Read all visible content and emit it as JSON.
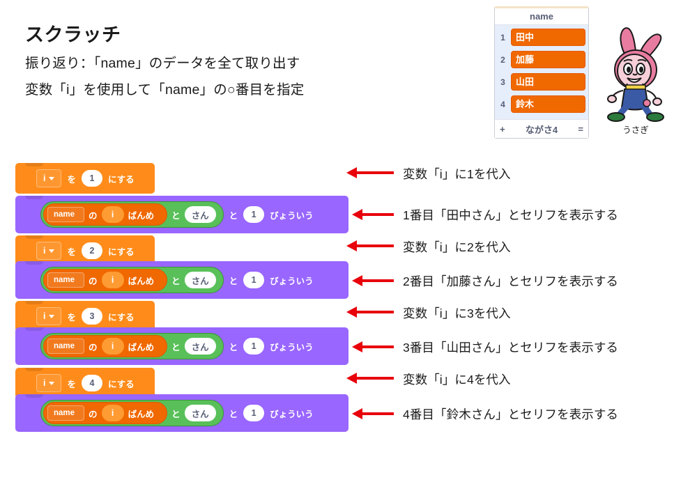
{
  "page": {
    "title": "スクラッチ",
    "subtitle_1": "振り返り：「name」のデータを全て取り出す",
    "subtitle_2": "変数「i」を使用して「name」の○番目を指定",
    "background_color": "#ffffff"
  },
  "list_monitor": {
    "name": "name",
    "rows": [
      {
        "index": "1",
        "value": "田中"
      },
      {
        "index": "2",
        "value": "加藤"
      },
      {
        "index": "3",
        "value": "山田"
      },
      {
        "index": "4",
        "value": "鈴木"
      }
    ],
    "footer": {
      "add_label": "+",
      "length_label": "ながさ4",
      "resize_label": "="
    },
    "colors": {
      "row_fill": "#f06800",
      "body_fill": "#e6eefc",
      "header_text": "#575e75"
    }
  },
  "sprite": {
    "label": "うさぎ",
    "icon": "rabbit-character"
  },
  "blocks": [
    {
      "kind": "set-variable",
      "variable": "i",
      "label_to": "を",
      "value": "1",
      "label_set": "にする",
      "color": "#ff8c1a"
    },
    {
      "kind": "say-for-seconds",
      "color": "#9966ff",
      "join": {
        "color": "#59c059",
        "label_and_1": "と",
        "label_and_2": "と",
        "item_of": {
          "color": "#f06800",
          "list_name": "name",
          "label_of": "の",
          "index_variable": "i",
          "label_nth": "ばんめ"
        },
        "suffix_text": "さん"
      },
      "seconds": "1",
      "label_say": "びょういう"
    },
    {
      "kind": "set-variable",
      "variable": "i",
      "label_to": "を",
      "value": "2",
      "label_set": "にする",
      "color": "#ff8c1a"
    },
    {
      "kind": "say-for-seconds",
      "color": "#9966ff",
      "join": {
        "color": "#59c059",
        "label_and_1": "と",
        "label_and_2": "と",
        "item_of": {
          "color": "#f06800",
          "list_name": "name",
          "label_of": "の",
          "index_variable": "i",
          "label_nth": "ばんめ"
        },
        "suffix_text": "さん"
      },
      "seconds": "1",
      "label_say": "びょういう"
    },
    {
      "kind": "set-variable",
      "variable": "i",
      "label_to": "を",
      "value": "3",
      "label_set": "にする",
      "color": "#ff8c1a"
    },
    {
      "kind": "say-for-seconds",
      "color": "#9966ff",
      "join": {
        "color": "#59c059",
        "label_and_1": "と",
        "label_and_2": "と",
        "item_of": {
          "color": "#f06800",
          "list_name": "name",
          "label_of": "の",
          "index_variable": "i",
          "label_nth": "ばんめ"
        },
        "suffix_text": "さん"
      },
      "seconds": "1",
      "label_say": "びょういう"
    },
    {
      "kind": "set-variable",
      "variable": "i",
      "label_to": "を",
      "value": "4",
      "label_set": "にする",
      "color": "#ff8c1a"
    },
    {
      "kind": "say-for-seconds",
      "color": "#9966ff",
      "join": {
        "color": "#59c059",
        "label_and_1": "と",
        "label_and_2": "と",
        "item_of": {
          "color": "#f06800",
          "list_name": "name",
          "label_of": "の",
          "index_variable": "i",
          "label_nth": "ばんめ"
        },
        "suffix_text": "さん"
      },
      "seconds": "1",
      "label_say": "びょういう"
    }
  ],
  "annotations": [
    {
      "text": "変数「i」に1を代入"
    },
    {
      "text": "1番目「田中さん」とセリフを表示する"
    },
    {
      "text": "変数「i」に2を代入"
    },
    {
      "text": "2番目「加藤さん」とセリフを表示する"
    },
    {
      "text": "変数「i」に3を代入"
    },
    {
      "text": "3番目「山田さん」とセリフを表示する"
    },
    {
      "text": "変数「i」に4を代入"
    },
    {
      "text": "4番目「鈴木さん」とセリフを表示する"
    }
  ],
  "arrow_color": "#e8000b"
}
